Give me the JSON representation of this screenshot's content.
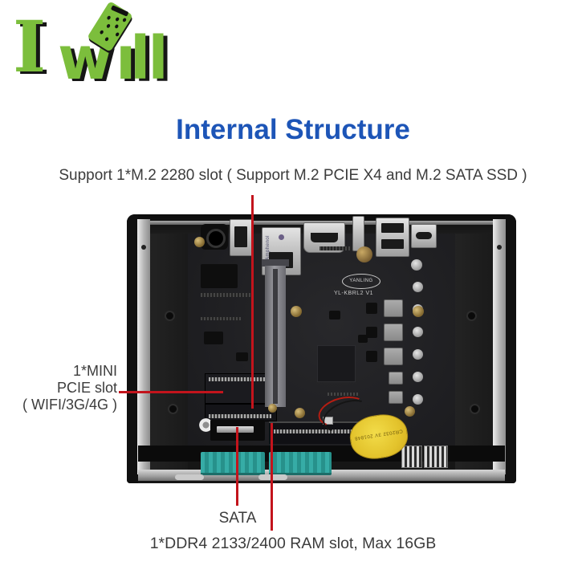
{
  "logo": {
    "i": "I",
    "w": "w",
    "dotless_i": "ı",
    "ll": "ll"
  },
  "title": {
    "text": "Internal Structure"
  },
  "subtitle": {
    "text": "Support 1*M.2 2280 slot ( Support M.2 PCIE X4 and M.2 SATA SSD )"
  },
  "callouts": {
    "mini_pcie": {
      "line1": "1*MINI",
      "line2": "PCIE slot",
      "line3": "( WIFI/3G/4G )"
    },
    "sata": {
      "text": "SATA"
    },
    "ram": {
      "text": "1*DDR4 2133/2400 RAM slot, Max 16GB"
    }
  },
  "photo": {
    "board_vendor": "YANLING",
    "board_model": "YL-KBRL2 V1",
    "ethernet_brand": "Amphenol",
    "battery_label": "CR2032 3V 201848"
  },
  "colors": {
    "title_blue": "#1d55b7",
    "text_gray": "#3c3c3c",
    "annotation_red": "#c3141c",
    "logo_green": "#7cbe3c",
    "battery_yellow": "#e9cb35",
    "connector_teal": "#2e9f9b",
    "case_black": "#141414"
  }
}
